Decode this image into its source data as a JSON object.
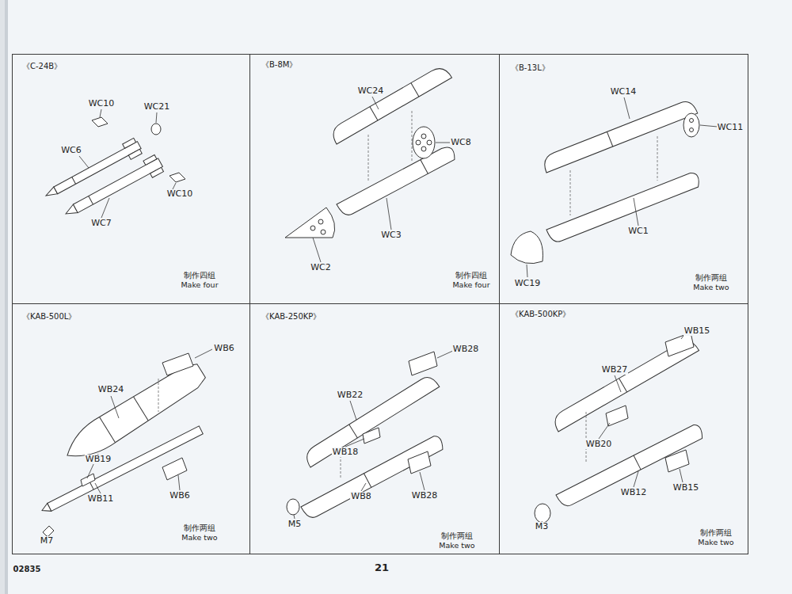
{
  "diagram": {
    "nodes": [
      {
        "text": [
          "《C-24B》",
          "制作四组 Make four"
        ]
      },
      {
        "text": [
          "《B-8M》",
          "制作四组 Make four"
        ]
      },
      {
        "text": [
          "《B-13L》",
          "制作两组 Make two"
        ]
      },
      {
        "text": [
          "《KAB-500L》",
          "制作两组 Make two"
        ]
      },
      {
        "text": [
          "《KAB-250KP》",
          "制作两组 Make two"
        ]
      },
      {
        "text": [
          "《KAB-500KP》",
          "制作两组 Make two"
        ]
      }
    ],
    "labels": [
      "WC10",
      "WC21",
      "WC6",
      "WC10",
      "WC7",
      "WC24",
      "WC8",
      "WC2",
      "WC3",
      "WC14",
      "WC11",
      "WC1",
      "WC19",
      "WB6",
      "WB24",
      "WB19",
      "WB11",
      "WB6",
      "M7",
      "WB28",
      "WB22",
      "WB18",
      "WB8",
      "WB28",
      "M5",
      "WB15",
      "WB27",
      "WB20",
      "WB12",
      "WB15",
      "M3",
      "21",
      "02835"
    ]
  }
}
